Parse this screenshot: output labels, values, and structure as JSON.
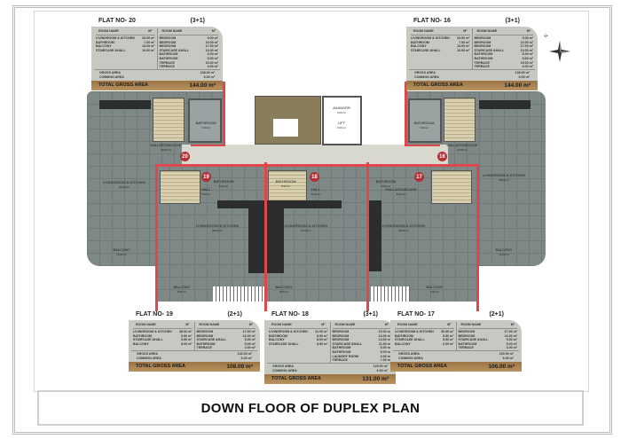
{
  "title": "DOWN FLOOR OF DUPLEX PLAN",
  "table_headers": {
    "room_name": "ROOM NAME",
    "unit": "M²",
    "gross": "GROSS AREA",
    "common": "COMMON AREA",
    "total": "TOTAL GROSS AREA"
  },
  "flats": [
    {
      "no": "FLAT NO- 20",
      "type": "(3+1)",
      "left": [
        {
          "n": "LIVINGROOM & KITCHEN",
          "v": "33.00 m²"
        },
        {
          "n": "BATHROOM",
          "v": "7.00 m²"
        },
        {
          "n": "BALCONY",
          "v": "13.00 m²"
        },
        {
          "n": "STAIRCASE &HALL",
          "v": "10.00 m²"
        }
      ],
      "right": [
        {
          "n": "BEDROOM",
          "v": "9.00 m²"
        },
        {
          "n": "BEDROOM",
          "v": "10.00 m²"
        },
        {
          "n": "BEDROOM",
          "v": "17.00 m²"
        },
        {
          "n": "STAIRCASE &HALL",
          "v": "13.00 m²"
        },
        {
          "n": "BATHROOM",
          "v": "6.00 m²"
        },
        {
          "n": "BATHROOM",
          "v": "5.00 m²"
        },
        {
          "n": "TERRACE",
          "v": "15.00 m²"
        },
        {
          "n": "TERRACE",
          "v": "3.00 m²"
        }
      ],
      "gross": "138.00 m²",
      "common": "6.00 m²",
      "total": "144.00 m²"
    },
    {
      "no": "FLAT NO- 16",
      "type": "(3+1)",
      "left": [
        {
          "n": "LIVINGROOM & KITCHEN",
          "v": "33.00 m²"
        },
        {
          "n": "BATHROOM",
          "v": "7.00 m²"
        },
        {
          "n": "BALCONY",
          "v": "13.00 m²"
        },
        {
          "n": "STAIRCASE &HALL",
          "v": "10.00 m²"
        }
      ],
      "right": [
        {
          "n": "BEDROOM",
          "v": "9.00 m²"
        },
        {
          "n": "BEDROOM",
          "v": "10.00 m²"
        },
        {
          "n": "BEDROOM",
          "v": "17.00 m²"
        },
        {
          "n": "STAIRCASE &HALL",
          "v": "13.00 m²"
        },
        {
          "n": "BATHROOM",
          "v": "6.00 m²"
        },
        {
          "n": "BATHROOM",
          "v": "5.00 m²"
        },
        {
          "n": "TERRACE",
          "v": "15.00 m²"
        },
        {
          "n": "TERRACE",
          "v": "3.00 m²"
        }
      ],
      "gross": "138.00 m²",
      "common": "6.00 m²",
      "total": "144.00 m²"
    },
    {
      "no": "FLAT NO- 19",
      "type": "(2+1)",
      "left": [
        {
          "n": "LIVINGROOM & KITCHEN",
          "v": "38.00 m²"
        },
        {
          "n": "BATHROOM",
          "v": "5.50 m²"
        },
        {
          "n": "STAIRCASE &HALL",
          "v": "5.50 m²"
        },
        {
          "n": "BALCONY",
          "v": "8.00 m²"
        }
      ],
      "right": [
        {
          "n": "BEDROOM",
          "v": "17.00 m²"
        },
        {
          "n": "BEDROOM",
          "v": "16.00 m²"
        },
        {
          "n": "STAIRCASE &HALL",
          "v": "5.00 m²"
        },
        {
          "n": "BATHROOM",
          "v": "5.00 m²"
        },
        {
          "n": "TERRACE",
          "v": "3.00 m²"
        }
      ],
      "gross": "102.00 m²",
      "common": "6.00 m²",
      "total": "108.00 m²"
    },
    {
      "no": "FLAT NO- 18",
      "type": "(3+1)",
      "left": [
        {
          "n": "LIVINGROOM & KITCHEN",
          "v": "31.00 m²"
        },
        {
          "n": "BATHROOM",
          "v": "5.50 m²"
        },
        {
          "n": "BALCONY",
          "v": "8.00 m²"
        },
        {
          "n": "STAIRCASE &HALL",
          "v": "8.50 m²"
        }
      ],
      "right": [
        {
          "n": "BEDROOM",
          "v": "15.00 m²"
        },
        {
          "n": "BEDROOM",
          "v": "13.00 m²"
        },
        {
          "n": "BEDROOM",
          "v": "13.00 m²"
        },
        {
          "n": "STAIRCASE &HALL",
          "v": "11.00 m²"
        },
        {
          "n": "BATHROOM",
          "v": "5.00 m²"
        },
        {
          "n": "BATHROOM",
          "v": "5.00 m²"
        },
        {
          "n": "LAUNDRY ROOM",
          "v": "3.00 m²"
        },
        {
          "n": "TERRACE",
          "v": "7.00 m²"
        }
      ],
      "gross": "125.00 m²",
      "common": "6.00 m²",
      "total": "131.00 m²"
    },
    {
      "no": "FLAT NO- 17",
      "type": "(2+1)",
      "left": [
        {
          "n": "LIVINGROOM & KITCHEN",
          "v": "30.00 m²"
        },
        {
          "n": "BATHROOM",
          "v": "5.50 m²"
        },
        {
          "n": "STAIRCASE &HALL",
          "v": "5.50 m²"
        },
        {
          "n": "BALCONY",
          "v": "6.00 m²"
        }
      ],
      "right": [
        {
          "n": "BEDROOM",
          "v": "17.00 m²"
        },
        {
          "n": "BEDROOM",
          "v": "16.00 m²"
        },
        {
          "n": "STAIRCASE &HALL",
          "v": "5.00 m²"
        },
        {
          "n": "BATHROOM",
          "v": "5.00 m²"
        },
        {
          "n": "TERRACE",
          "v": "3.00 m²"
        }
      ],
      "gross": "100.00 m²",
      "common": "6.00 m²",
      "total": "106.00 m²"
    }
  ],
  "plan": {
    "unit_numbers": [
      "20",
      "16",
      "19",
      "18",
      "17"
    ],
    "rooms": [
      {
        "n": "BATHROOM",
        "a": "7.00 m²"
      },
      {
        "n": "HALL&STAIRCASE",
        "a": "10.00 m²"
      },
      {
        "n": "LIVINGROOM & KITCHEN",
        "a": "33.00 m²"
      },
      {
        "n": "BALCONY",
        "a": "13.00 m²"
      },
      {
        "n": "ASANSÖR",
        "a": "3.00 m²"
      },
      {
        "n": "LIFT",
        "a": "3.00 m²"
      },
      {
        "n": "BATHROOM",
        "a": "7.00 m²"
      },
      {
        "n": "HALL&STAIRCASE",
        "a": "10.00 m²"
      },
      {
        "n": "LIVINGROOM & KITCHEN",
        "a": "33.00 m²"
      },
      {
        "n": "BALCONY",
        "a": "13.00 m²"
      },
      {
        "n": "HALL",
        "a": "5.50 m²"
      },
      {
        "n": "BATHROOM",
        "a": "5.50 m²"
      },
      {
        "n": "LIVINGROOM & KITCHEN",
        "a": "38.00 m²"
      },
      {
        "n": "BALCONY",
        "a": "8.00 m²"
      },
      {
        "n": "BATHROOM",
        "a": "5.50 m²"
      },
      {
        "n": "HALL",
        "a": "8.50 m²"
      },
      {
        "n": "LIVINGROOM & KITCHEN",
        "a": "31.00 m²"
      },
      {
        "n": "BALCONY",
        "a": "8.00 m²"
      },
      {
        "n": "BATHROOM",
        "a": "5.50 m²"
      },
      {
        "n": "HALL&STAIRCASE",
        "a": "5.50 m²"
      },
      {
        "n": "LIVINGROOM & KITCHEN",
        "a": "30.00 m²"
      },
      {
        "n": "BALCONY",
        "a": "6.00 m²"
      }
    ]
  },
  "compass_label": "N"
}
